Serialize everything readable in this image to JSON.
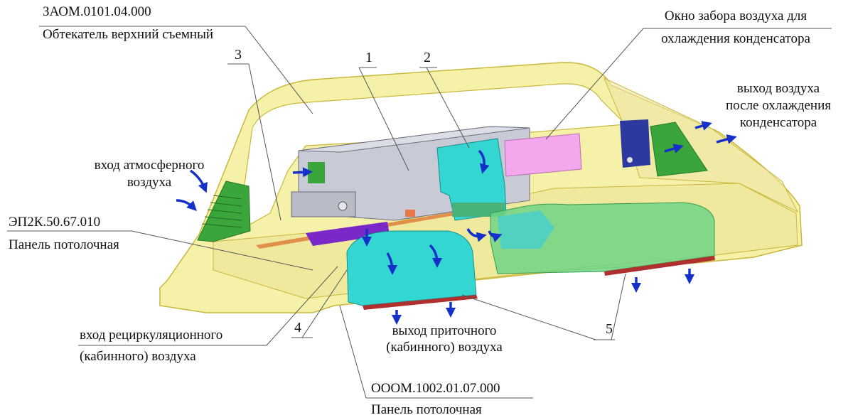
{
  "labels": {
    "top_code": "ЗАОМ.0101.04.000",
    "top_name": "Обтекатель верхний съемный",
    "window_l1": "Окно забора воздуха для",
    "window_l2": "охлаждения конденсатора",
    "exit_l1": "выход воздуха",
    "exit_l2": "после охлаждения",
    "exit_l3": "конденсатора",
    "inlet_l1": "вход атмосферного",
    "inlet_l2": "воздуха",
    "panel1_code": "ЭП2К.50.67.010",
    "panel1_name": "Панель потолочная",
    "recirc_l1": "вход рециркуляционного",
    "recirc_l2": "(кабинного) воздуха",
    "supply_l1": "выход приточного",
    "supply_l2": "(кабинного) воздуха",
    "panel2_code": "ОООМ.1002.01.07.000",
    "panel2_name": "Панель потолочная"
  },
  "callouts": {
    "n1": "1",
    "n2": "2",
    "n3": "3",
    "n4": "4",
    "n5": "5"
  },
  "colors": {
    "shell": "#f2ec8c",
    "shell_edge": "#c9b73c",
    "unit": "#c8cad6",
    "duct": "#34d6d2",
    "green": "#3aa53a",
    "pink": "#f3a8ee",
    "blue_block": "#2c3aa0",
    "arrow": "#1530c8",
    "red_strip": "#b03030"
  }
}
